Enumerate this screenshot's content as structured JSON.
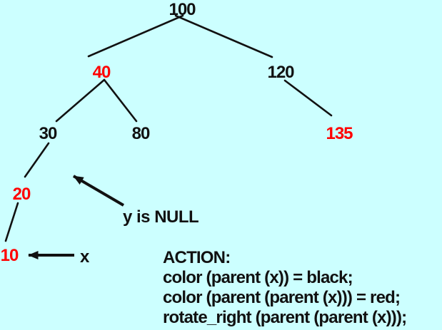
{
  "background": "#ccffff",
  "palette": {
    "red_node": "#ff0000",
    "black_node": "#111111",
    "edge": "#111111"
  },
  "tree": {
    "nodes": [
      {
        "label": "100",
        "color": "black"
      },
      {
        "label": "40",
        "color": "red"
      },
      {
        "label": "120",
        "color": "black"
      },
      {
        "label": "30",
        "color": "black"
      },
      {
        "label": "80",
        "color": "black"
      },
      {
        "label": "135",
        "color": "red"
      },
      {
        "label": "20",
        "color": "red"
      },
      {
        "label": "10",
        "color": "red"
      }
    ]
  },
  "annotations": {
    "y_label": "y is NULL",
    "x_label": "x"
  },
  "action": {
    "title": "ACTION:",
    "lines": [
      "color (parent (x)) = black;",
      "color (parent (parent (x))) = red;",
      "rotate_right (parent (parent (x)));"
    ]
  }
}
